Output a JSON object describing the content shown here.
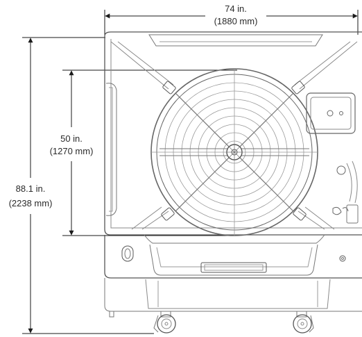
{
  "dimensions": {
    "width": {
      "imperial": "74 in.",
      "metric": "(1880 mm)"
    },
    "fan_diameter": {
      "imperial": "50 in.",
      "metric": "(1270 mm)"
    },
    "height": {
      "imperial": "88.1 in.",
      "metric": "(2238 mm)"
    }
  },
  "colors": {
    "line": "#555555",
    "dim_line": "#1a1a1a",
    "text": "#2a2a2a",
    "background": "#ffffff"
  },
  "icons": [
    "fan-grille-icon",
    "caster-wheel-icon",
    "control-box-icon"
  ]
}
